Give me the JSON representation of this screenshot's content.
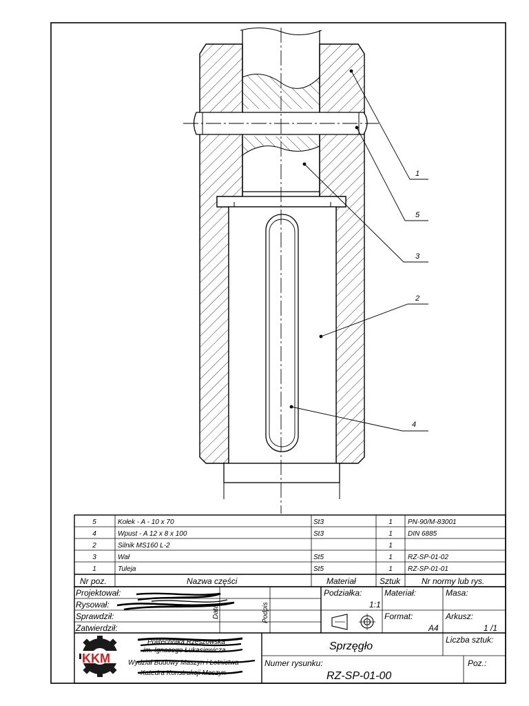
{
  "balloons": {
    "b1": "1",
    "b5": "5",
    "b3": "3",
    "b2": "2",
    "b4": "4"
  },
  "parts_list": {
    "rows": [
      {
        "nr": "5",
        "name": "Kołek - A - 10 x 70",
        "material": "St3",
        "qty": "1",
        "norm": "PN-90/M-83001"
      },
      {
        "nr": "4",
        "name": "Wpust - A 12 x 8 x 100",
        "material": "St3",
        "qty": "1",
        "norm": "DIN 6885"
      },
      {
        "nr": "2",
        "name": "Silnik MS160 L-2",
        "material": "",
        "qty": "1",
        "norm": ""
      },
      {
        "nr": "3",
        "name": "Wał",
        "material": "St5",
        "qty": "1",
        "norm": "RZ-SP-01-02"
      },
      {
        "nr": "1",
        "name": "Tuleja",
        "material": "St5",
        "qty": "1",
        "norm": "RZ-SP-01-01"
      }
    ],
    "headers": {
      "nr": "Nr poz.",
      "name": "Nazwa części",
      "material": "Materiał",
      "qty": "Sztuk",
      "norm": "Nr normy lub rys."
    }
  },
  "title_block": {
    "projektowal": "Projektował:",
    "rysowal": "Rysował:",
    "sprawdzil": "Sprawdził:",
    "zatwierdzil": "Zatwierdził:",
    "data": "Data",
    "podpis": "Podpis",
    "podzialka_label": "Podziałka:",
    "podzialka_value": "1:1",
    "material_label": "Materiał:",
    "masa_label": "Masa:",
    "format_label": "Format:",
    "format_value": "A4",
    "arkusz_label": "Arkusz:",
    "arkusz_value": "1 /1",
    "name": "Sprzęgło",
    "liczba_sztuk_label": "Liczba sztuk:",
    "numer_rysunku_label": "Numer rysunku:",
    "numer_rysunku_value": "RZ-SP-01-00",
    "poz_label": "Poz.:",
    "logo_text": "KKM",
    "institution_line1": "Politechnika Rzeszowska",
    "institution_line2": "im. Ignacego Łukasiewicza",
    "institution_line3": "Wydział Budowy Maszyn i Lotnictwa",
    "institution_line4": "Katedra Konstrukcji Maszyn"
  },
  "colors": {
    "line": "#000000",
    "logo_red": "#cc1f1f",
    "logo_dark": "#1a1a1a"
  }
}
